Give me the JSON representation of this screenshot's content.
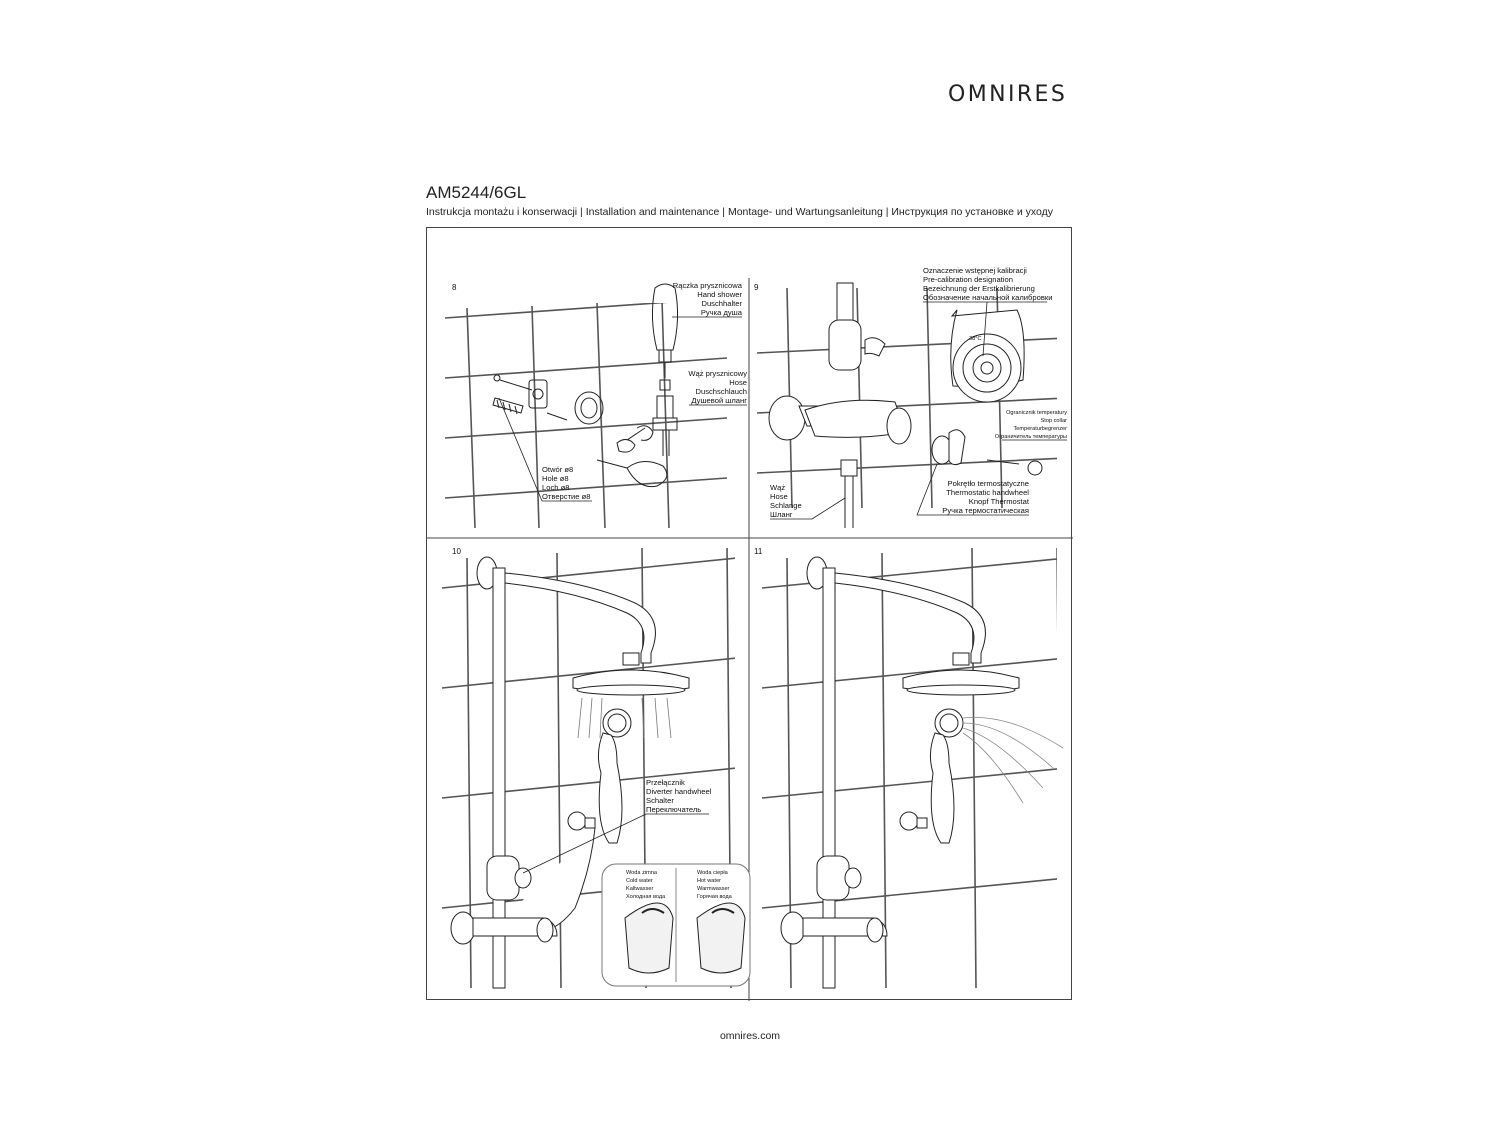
{
  "brand": "OMNIRES",
  "model": "AM5244/6GL",
  "subtitle": "Instrukcja montażu i konserwacji | Installation and maintenance | Montage- und Wartungsanleitung | Инструкция по установке и уходу",
  "footer": "omnires.com",
  "steps": [
    {
      "number": "8",
      "labels": {
        "hand_shower": [
          "Rączka prysznicowa",
          "Hand shower",
          "Duschhalter",
          "Ручка душа"
        ],
        "hose": [
          "Wąż prysznicowy",
          "Hose",
          "Duschschlauch",
          "Душевой шланг"
        ],
        "hole": [
          "Otwór ø8",
          "Hole ø8",
          "Loch ø8",
          "Отверстие ø8"
        ]
      }
    },
    {
      "number": "9",
      "labels": {
        "pre_calibration": [
          "Oznaczenie wstępnej kalibracji",
          "Pre-calibration designation",
          "Bezeichnung der Erstkalibrierung",
          "Обозначение начальной калибровки"
        ],
        "stop_collar": [
          "Ogranicznik temperatury",
          "Stop collar",
          "Temperaturbegrenzer",
          "Ограничитель температуры"
        ],
        "dial_mark": "38°C",
        "hose": [
          "Wąż",
          "Hose",
          "Schlange",
          "Шланг"
        ],
        "handwheel": [
          "Pokrętło termostatyczne",
          "Thermostatic handwheel",
          "Knopf Thermostat",
          "Ручка термостатическая"
        ]
      }
    },
    {
      "number": "10",
      "labels": {
        "diverter": [
          "Przełącznik",
          "Diverter handwheel",
          "Schalter",
          "Переключатель"
        ],
        "cold_water": [
          "Woda zimna",
          "Cold water",
          "Kaltwasser",
          "Холодная вода"
        ],
        "hot_water": [
          "Woda ciepła",
          "Hot water",
          "Warmwasser",
          "Горячая вода"
        ]
      }
    },
    {
      "number": "11"
    }
  ]
}
